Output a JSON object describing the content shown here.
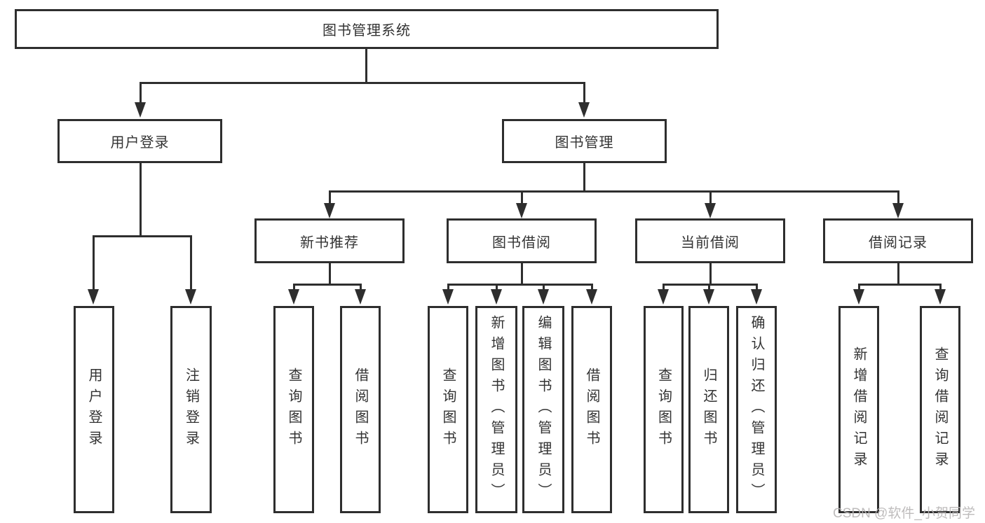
{
  "diagram_type": "hierarchy-tree",
  "colors": {
    "line": "#2e2e2e",
    "text": "#333333",
    "box_fill": "#ffffff",
    "background": "#ffffff",
    "watermark": "#b8b5b5"
  },
  "nodes": {
    "root": "图书管理系统",
    "user_login": "用户登录",
    "book_mgmt": "图书管理",
    "new_book_rec": "新书推荐",
    "book_borrow": "图书借阅",
    "current_borrow": "当前借阅",
    "borrow_records": "借阅记录",
    "leaf_user_login": "用户登录",
    "leaf_logout": "注销登录",
    "leaf_rec_query": "查询图书",
    "leaf_rec_borrow": "借阅图书",
    "leaf_bb_query": "查询图书",
    "leaf_bb_add": "新增图书（管理员）",
    "leaf_bb_edit": "编辑图书（管理员）",
    "leaf_bb_borrow": "借阅图书",
    "leaf_cb_query": "查询图书",
    "leaf_cb_return": "归还图书",
    "leaf_cb_confirm": "确认归还（管理员）",
    "leaf_br_add": "新增借阅记录",
    "leaf_br_query": "查询借阅记录"
  },
  "tree": {
    "label": "图书管理系统",
    "children": [
      {
        "label": "用户登录",
        "children": [
          {
            "label": "用户登录"
          },
          {
            "label": "注销登录"
          }
        ]
      },
      {
        "label": "图书管理",
        "children": [
          {
            "label": "新书推荐",
            "children": [
              {
                "label": "查询图书"
              },
              {
                "label": "借阅图书"
              }
            ]
          },
          {
            "label": "图书借阅",
            "children": [
              {
                "label": "查询图书"
              },
              {
                "label": "新增图书（管理员）"
              },
              {
                "label": "编辑图书（管理员）"
              },
              {
                "label": "借阅图书"
              }
            ]
          },
          {
            "label": "当前借阅",
            "children": [
              {
                "label": "查询图书"
              },
              {
                "label": "归还图书"
              },
              {
                "label": "确认归还（管理员）"
              }
            ]
          },
          {
            "label": "借阅记录",
            "children": [
              {
                "label": "新增借阅记录"
              },
              {
                "label": "查询借阅记录"
              }
            ]
          }
        ]
      }
    ]
  },
  "watermark": "CSDN @软件_小贺同学"
}
